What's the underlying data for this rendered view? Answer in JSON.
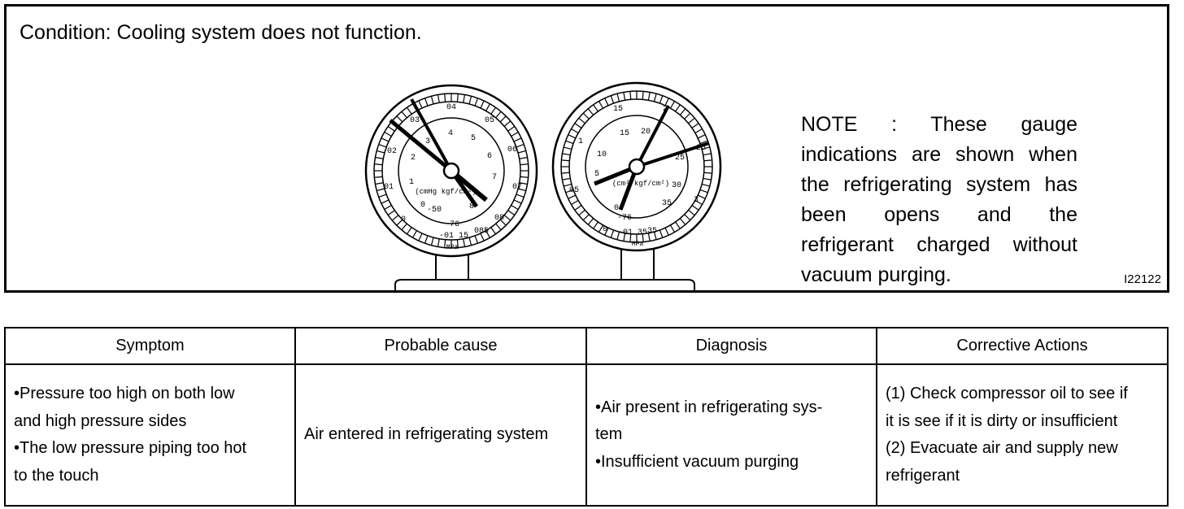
{
  "condition": "Condition: Cooling system does not function.",
  "note": "NOTE : These gauge indications are shown when the refrigerating system has been opens and the refrigerant charged without vacuum purging.",
  "figure_id": "I22122",
  "gauges": {
    "low": {
      "outer_numbers": [
        "04",
        "03",
        "02",
        "01",
        "0",
        "05",
        "06",
        "07",
        "08",
        "085"
      ],
      "inner_numbers": [
        "4",
        "3",
        "2",
        "1",
        "0",
        "5",
        "6",
        "7",
        "8"
      ],
      "unit_text": "(cmHg kgf/cm²)",
      "bottom_text": "-01  15",
      "sub_numbers": [
        "-50",
        "-76"
      ],
      "mpa": "MPa"
    },
    "high": {
      "outer_numbers": [
        "2",
        "15",
        "1",
        "05",
        "0",
        "25",
        "3",
        "35"
      ],
      "inner_numbers": [
        "20",
        "15",
        "10",
        "5",
        "0",
        "25",
        "30",
        "35"
      ],
      "unit_text": "(cm² kgf/cm²)",
      "bottom_text": "-01  35",
      "sub_numbers": [
        "-76"
      ],
      "mpa": "MPa"
    }
  },
  "table": {
    "headers": [
      "Symptom",
      "Probable cause",
      "Diagnosis",
      "Corrective Actions"
    ],
    "symptom": [
      "Pressure too high on both low",
      "and high pressure sides",
      "The low pressure piping too hot",
      "to the touch"
    ],
    "probable_cause": "Air entered in refrigerating system",
    "diagnosis": [
      "Air present in refrigerating sys-",
      "tem",
      "Insufficient vacuum purging"
    ],
    "corrective_actions": [
      "(1) Check compressor oil to see if",
      "it is see if it is dirty or insufficient",
      "(2) Evacuate air and supply new",
      "refrigerant"
    ]
  }
}
